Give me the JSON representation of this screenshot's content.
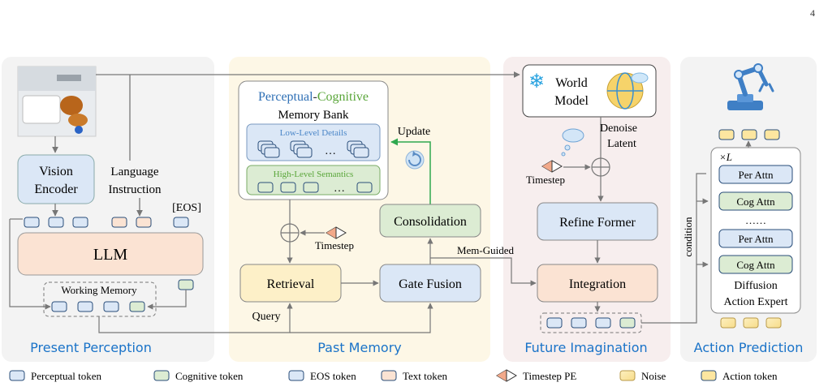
{
  "page_number": "4",
  "panels": {
    "present_perception": "Present Perception",
    "past_memory": "Past Memory",
    "future_imagination": "Future Imagination",
    "action_prediction": "Action Prediction"
  },
  "present": {
    "vision_encoder_line1": "Vision",
    "vision_encoder_line2": "Encoder",
    "language_line1": "Language",
    "language_line2": "Instruction",
    "eos": "[EOS]",
    "llm": "LLM",
    "working_memory": "Working Memory"
  },
  "memory": {
    "bank_title_perceptual": "Perceptual",
    "bank_title_dash": "-",
    "bank_title_cognitive": "Cognitive",
    "bank_subtitle": "Memory Bank",
    "low_level": "Low-Level Details",
    "high_level": "High-Level Semantics",
    "ellipsis": "…",
    "update": "Update",
    "timestep": "Timestep",
    "consolidation": "Consolidation",
    "mem_guided": "Mem-Guided",
    "retrieval": "Retrieval",
    "gate_fusion": "Gate Fusion",
    "query": "Query"
  },
  "future": {
    "world_model_line1": "World",
    "world_model_line2": "Model",
    "denoise_line1": "Denoise",
    "denoise_line2": "Latent",
    "timestep": "Timestep",
    "refine_former": "Refine Former",
    "integration": "Integration"
  },
  "action": {
    "xl": "×L",
    "per_attn_1": "Per Attn",
    "cog_attn_1": "Cog Attn",
    "dots": "……",
    "per_attn_2": "Per Attn",
    "cog_attn_2": "Cog Attn",
    "expert_line1": "Diffusion",
    "expert_line2": "Action Expert",
    "condition": "condition"
  },
  "legend": {
    "perceptual": "Perceptual token",
    "cognitive": "Cognitive token",
    "eos": "EOS token",
    "text": "Text token",
    "timestep_pe": "Timestep PE",
    "noise": "Noise",
    "action": "Action token"
  },
  "colors": {
    "perceptual": "#dbe7f6",
    "cognitive": "#dcecd3",
    "text": "#fbe3d3",
    "action": "#fde6a0",
    "panel_gray": "#f3f3f3",
    "panel_yellow": "#fdf7e6",
    "panel_pink": "#f7eeee",
    "label_blue": "#1a73c8",
    "green_title": "#5aa63a",
    "blue_title": "#2e6fb5"
  }
}
